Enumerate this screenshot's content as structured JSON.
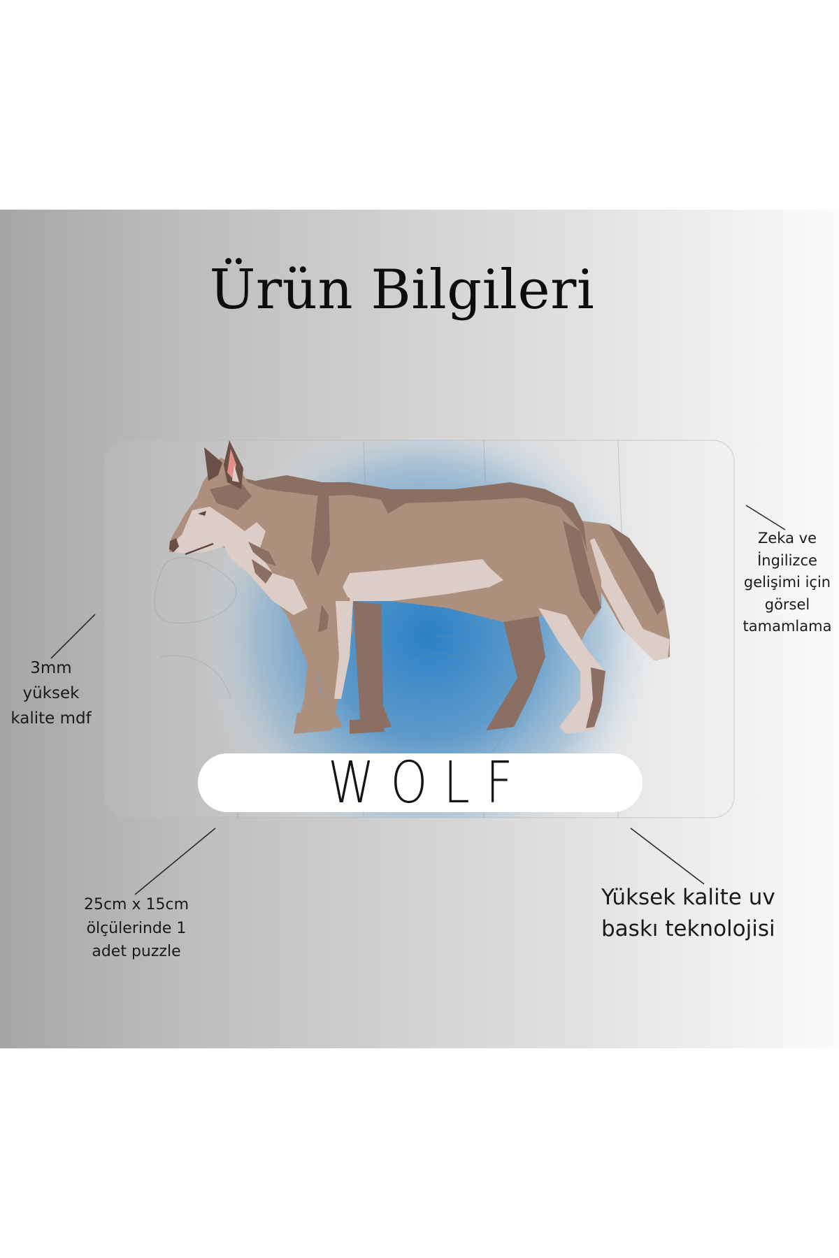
{
  "title": "Ürün Bilgileri",
  "product": {
    "type": "puzzle",
    "word": "WOLF",
    "illustration": "wolf"
  },
  "callouts": {
    "material": {
      "lines": [
        "3mm",
        "yüksek",
        "kalite mdf"
      ]
    },
    "development": {
      "lines": [
        "Zeka ve",
        "İngilizce",
        "gelişimi için",
        "görsel",
        "tamamlama"
      ]
    },
    "size": {
      "lines": [
        "25cm x 15cm",
        "ölçülerinde 1",
        "adet puzzle"
      ]
    },
    "print": {
      "lines": [
        "Yüksek kalite uv",
        "baskı teknolojisi"
      ]
    }
  },
  "colors": {
    "band_left": "#a6a6a6",
    "band_right": "#fbfbfb",
    "glow_center": "#2a80c6",
    "wolf_main": "#ad8f7d",
    "wolf_dark": "#8a6f62",
    "wolf_light": "#dccdc6",
    "ear_inner": "#e38f88",
    "text": "#111111"
  }
}
